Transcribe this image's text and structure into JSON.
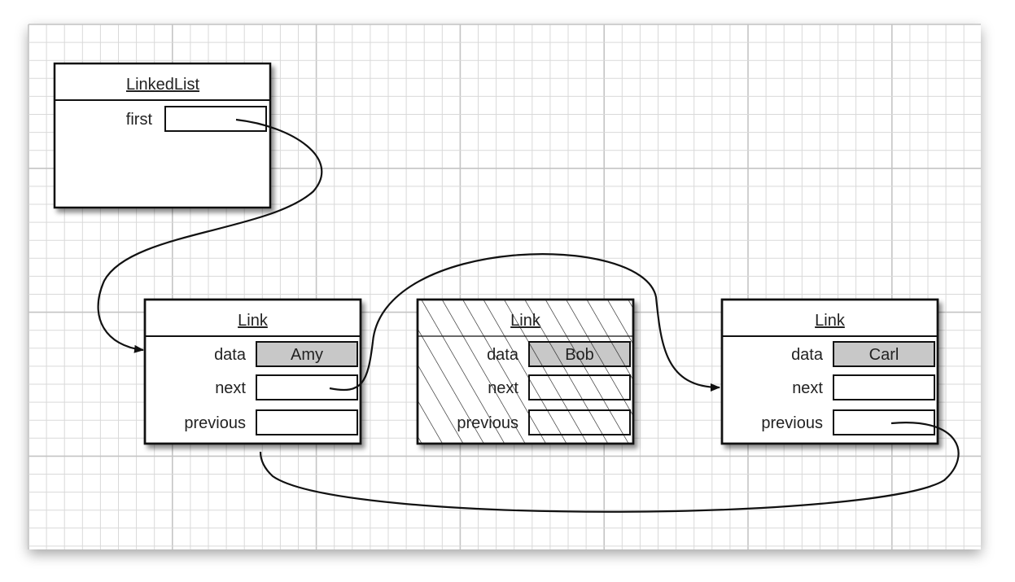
{
  "linked_list": {
    "title": "LinkedList",
    "field": "first"
  },
  "links": [
    {
      "title": "Link",
      "data": "Amy",
      "labels": [
        "data",
        "next",
        "previous"
      ],
      "removed": false
    },
    {
      "title": "Link",
      "data": "Bob",
      "labels": [
        "data",
        "next",
        "previous"
      ],
      "removed": true
    },
    {
      "title": "Link",
      "data": "Carl",
      "labels": [
        "data",
        "next",
        "previous"
      ],
      "removed": false
    }
  ],
  "colors": {
    "grid_minor": "#d9d9d9",
    "grid_major": "#c4c4c4",
    "data_fill": "#c8c8c8",
    "stroke": "#1a1a1a"
  }
}
